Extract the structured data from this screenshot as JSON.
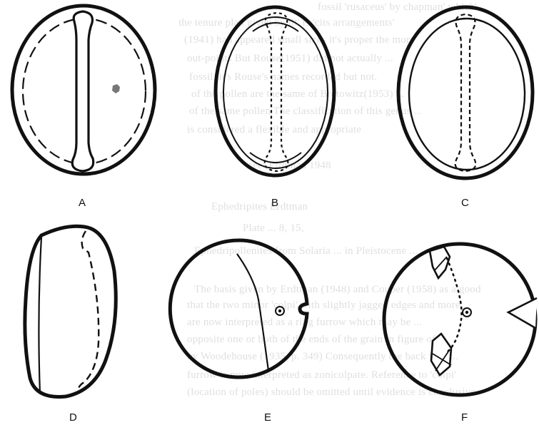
{
  "figure": {
    "panel_labels": [
      "A",
      "B",
      "C",
      "D",
      "E",
      "F"
    ]
  },
  "bleed_through_text": [
    "fossil 'rusaceus' by chapman' which'",
    "the tenure plan given by lit' ts 'cits arrangements'",
    "(1941) had appeared small sizes it's proper the more",
    "out-points But Rouse(1951) did not actually ...",
    "fossil, it's Rouse's names recorded but not.",
    "of the pollen are the same of Bretowitz(1953) ...",
    "of the same pollen The classification of this genus ...",
    "is considered a flexible and appropriate",
    "see: Erdtman 1948",
    "Ephedripites Erdtman",
    "Plate ... 8, 15,",
    "Ephedripollenites from Solaria ... in Pleistocene ...",
    "The basis given by Erdtman (1948) and Couper (1958) as a good",
    "that the two minor 'colpi' with slightly jagged edges and more",
    "are now interpreted as a ring furrow which may be ...",
    "opposite one or both of the ends of the grain in figure of",
    "by Woodehouse (1935, p. 349) Consequently the back face ...",
    "furrow is now interpreted as zonicolpate. Reference to 'colpi'",
    "(location of poles) should be omitted until evidence is conclusive"
  ]
}
